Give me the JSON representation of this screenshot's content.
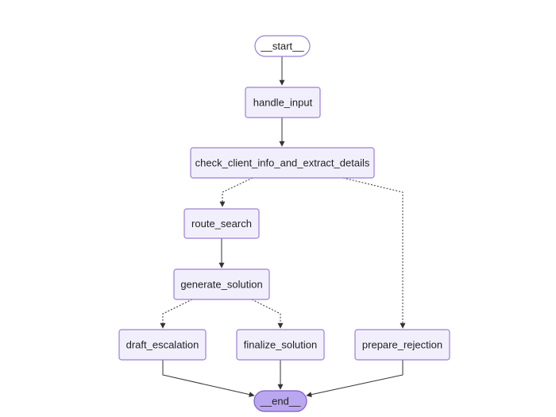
{
  "colors": {
    "node_fill": "#f2effd",
    "node_stroke": "#9b7fd6",
    "terminal_end_fill": "#bba7ef",
    "terminal_end_stroke": "#7e5ccc",
    "edge_color": "#333333",
    "text_color": "#222222"
  },
  "nodes": {
    "start": "__start__",
    "handle_input": "handle_input",
    "check_client": "check_client_info_and_extract_details",
    "route_search": "route_search",
    "generate_solution": "generate_solution",
    "draft_escalation": "draft_escalation",
    "finalize_solution": "finalize_solution",
    "prepare_rejection": "prepare_rejection",
    "end": "__end__"
  },
  "edges": [
    {
      "from": "start",
      "to": "handle_input",
      "style": "solid"
    },
    {
      "from": "handle_input",
      "to": "check_client",
      "style": "solid"
    },
    {
      "from": "check_client",
      "to": "route_search",
      "style": "dotted"
    },
    {
      "from": "check_client",
      "to": "prepare_rejection",
      "style": "dotted"
    },
    {
      "from": "route_search",
      "to": "generate_solution",
      "style": "solid"
    },
    {
      "from": "generate_solution",
      "to": "draft_escalation",
      "style": "dotted"
    },
    {
      "from": "generate_solution",
      "to": "finalize_solution",
      "style": "dotted"
    },
    {
      "from": "draft_escalation",
      "to": "end",
      "style": "solid"
    },
    {
      "from": "finalize_solution",
      "to": "end",
      "style": "solid"
    },
    {
      "from": "prepare_rejection",
      "to": "end",
      "style": "solid"
    }
  ]
}
